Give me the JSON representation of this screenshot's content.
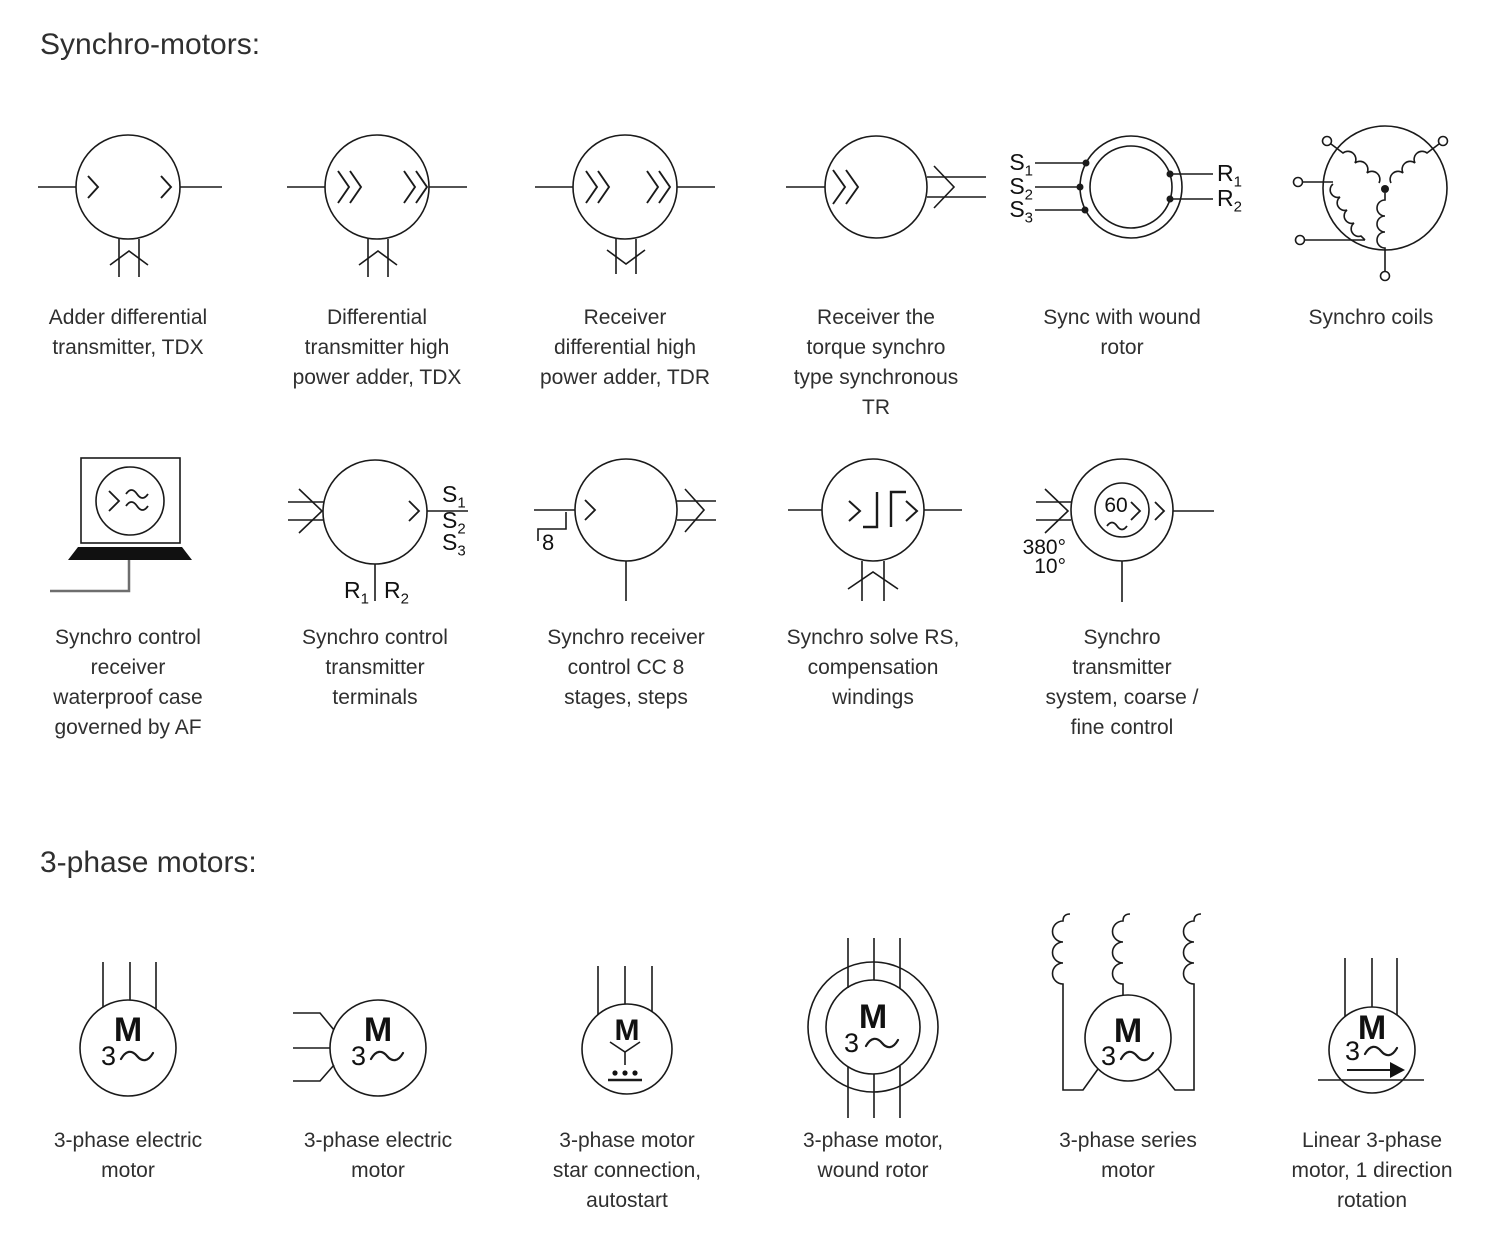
{
  "titles": {
    "synchro": "Synchro-motors:",
    "three_phase": "3-phase motors:"
  },
  "captions": {
    "row1": [
      "Adder differential\ntransmitter, TDX",
      "Differential\ntransmitter high\npower adder, TDX",
      "Receiver\ndifferential high\npower adder, TDR",
      "Receiver the\ntorque synchro\ntype synchronous\nTR",
      "Sync with wound\nrotor",
      "Synchro coils"
    ],
    "row2": [
      "Synchro control\nreceiver\nwaterproof case\ngoverned by AF",
      "Synchro control\ntransmitter\nterminals",
      "Synchro receiver\ncontrol CC 8\nstages, steps",
      "Synchro solve RS,\ncompensation\nwindings",
      "Synchro\ntransmitter\nsystem, coarse /\nfine control"
    ],
    "row3": [
      "3-phase electric\nmotor",
      "3-phase electric\nmotor",
      "3-phase motor\nstar connection,\nautostart",
      "3-phase motor,\nwound rotor",
      "3-phase series\nmotor",
      "Linear 3-phase\nmotor, 1 direction\nrotation"
    ]
  },
  "terminals": {
    "s1": {
      "base": "S",
      "sub": "1"
    },
    "s2": {
      "base": "S",
      "sub": "2"
    },
    "s3": {
      "base": "S",
      "sub": "3"
    },
    "r1": {
      "base": "R",
      "sub": "1"
    },
    "r2": {
      "base": "R",
      "sub": "2"
    }
  },
  "annotations": {
    "stage_count": "8",
    "dial_value": "60",
    "angle_coarse": "380°",
    "angle_fine": "10°"
  },
  "motor": {
    "letter": "M",
    "phase": "3"
  },
  "colors": {
    "stroke": "#1a1a1a",
    "text": "#2f2f2f",
    "wire_gray": "#6e6e6e"
  }
}
